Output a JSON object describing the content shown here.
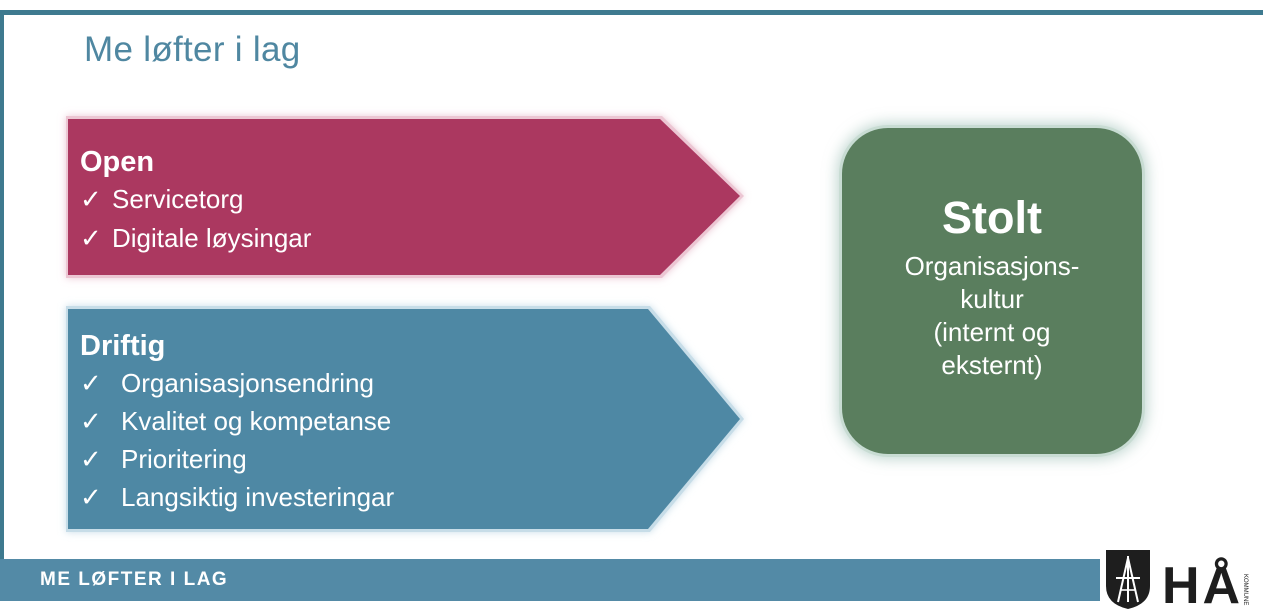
{
  "slide": {
    "title": "Me løfter i lag"
  },
  "arrows": [
    {
      "heading": "Open",
      "items": [
        "Servicetorg",
        "Digitale løysingar"
      ],
      "color": "#ab3860"
    },
    {
      "heading": "Driftig",
      "items": [
        "Organisasjonsendring",
        "Kvalitet og kompetanse",
        "Prioritering",
        "Langsiktig investeringar"
      ],
      "color": "#4e88a4"
    }
  ],
  "check_glyph": "✓",
  "result_box": {
    "title": "Stolt",
    "lines": [
      "Organisasjons-",
      "kultur",
      "(internt og",
      "eksternt)"
    ],
    "color": "#5a7e5e"
  },
  "footer": {
    "text": "ME LØFTER I LAG",
    "bar_color": "#538aa6"
  },
  "logo": {
    "icon": "municipal-shield-icon",
    "wordmark": "HÅ",
    "subtext": "KOMMUNE"
  }
}
